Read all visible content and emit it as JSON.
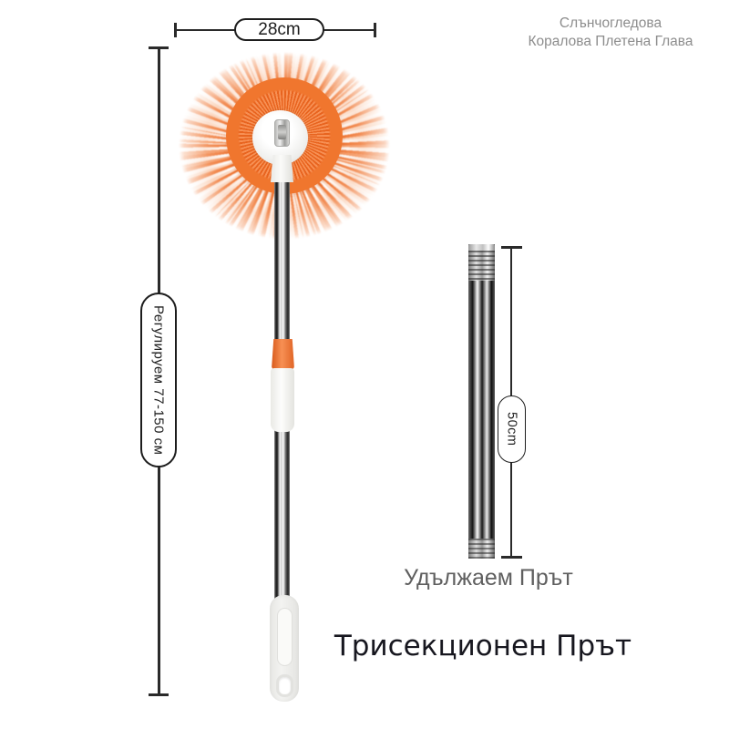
{
  "brand": {
    "line1": "Слънчогледова",
    "line2": "Коралова Плетена Глава"
  },
  "dimensions": {
    "head_width": "28cm",
    "pole_adjust_range": "Регулируем 77-150 см",
    "extension_length": "50cm"
  },
  "captions": {
    "extension_pole": "Удължаем Прът",
    "product_title": "Трисекционен Прът"
  },
  "colors": {
    "orange": "#f0762e",
    "orange-dark": "#e8641f",
    "orange-light": "#f79054",
    "line-dark": "#2a2a2a",
    "muted-text": "#8d8d8d",
    "caption-text": "#5f5f5f",
    "title-text": "#17171f",
    "plastic-white": "#f3f3f1"
  }
}
